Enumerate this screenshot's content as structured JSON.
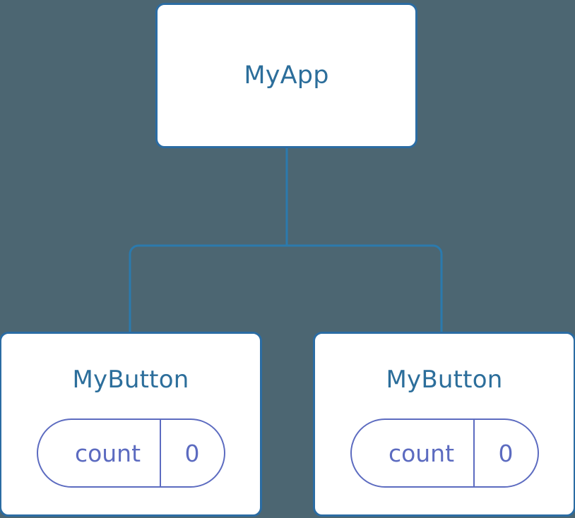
{
  "theme": {
    "background": "#4c6672",
    "node_fill": "#ffffff",
    "node_border": "#2b6ca3",
    "node_title_color": "#2c6e9b",
    "edge_color": "#2b7aad",
    "state_accent": "#5c6bc0"
  },
  "tree": {
    "root": {
      "title": "MyApp"
    },
    "children": [
      {
        "title": "MyButton",
        "state": {
          "key": "count",
          "value": "0"
        }
      },
      {
        "title": "MyButton",
        "state": {
          "key": "count",
          "value": "0"
        }
      }
    ]
  }
}
